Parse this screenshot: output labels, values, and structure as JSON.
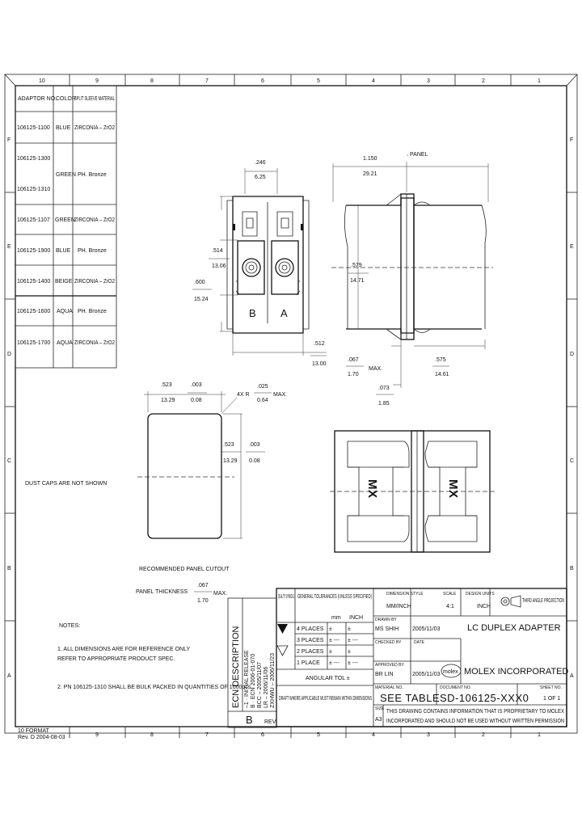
{
  "border": {
    "zones_top": [
      "10",
      "9",
      "8",
      "7",
      "6",
      "5",
      "4",
      "3",
      "2",
      "1"
    ],
    "zones_bottom": [
      "9",
      "8",
      "7",
      "6",
      "5",
      "4",
      "3",
      "2",
      "1"
    ],
    "zones_side": [
      "F",
      "E",
      "D",
      "C",
      "B",
      "A"
    ],
    "footer_left_1": "10 FORMAT",
    "footer_left_2": "Rev. D 2004-08-03"
  },
  "part_table": {
    "headers": [
      "ADAPTOR NO.",
      "COLOR",
      "SPLIT SLEEVE MATERIAL"
    ],
    "rows": [
      {
        "part": "106125-1100",
        "color": "BLUE",
        "material": "ZIRCONIA – ZrO2"
      },
      {
        "part": "106125-1300",
        "color": "GREEN",
        "material": "PH. Bronze"
      },
      {
        "part": "106125-1310",
        "color": "",
        "material": ""
      },
      {
        "part": "106125-1107",
        "color": "GREEN",
        "material": "ZIRCONIA – ZrO2"
      },
      {
        "part": "106125-1900",
        "color": "BLUE",
        "material": "PH. Bronze"
      },
      {
        "part": "106125-1400",
        "color": "BEIGE",
        "material": "ZIRCONIA – ZrO2"
      },
      {
        "part": "106125-1600",
        "color": "AQUA",
        "material": "PH. Bronze"
      },
      {
        "part": "106125-1700",
        "color": "AQUA",
        "material": "ZIRCONIA – ZrO2"
      }
    ]
  },
  "front_view": {
    "dim_top_in": ".246",
    "dim_top_mm": "6.25",
    "dim_left1_in": ".514",
    "dim_left1_mm": "13.06",
    "dim_left2_in": ".600",
    "dim_left2_mm": "15.24",
    "dim_bottom_in": ".512",
    "dim_bottom_mm": "13.00",
    "port_b": "B",
    "port_a": "A"
  },
  "side_view": {
    "panel_label": "PANEL",
    "dim_top_in": "1.150",
    "dim_top_mm": "29.21",
    "dim_mid_in": ".579",
    "dim_mid_mm": "14.71",
    "dim_b1_in": ".067",
    "dim_b1_mm": "1.70",
    "dim_max": "MAX.",
    "dim_b2_in": ".575",
    "dim_b2_mm": "14.61",
    "dim_b3_in": ".073",
    "dim_b3_mm": "1.85"
  },
  "cutout": {
    "dim_w_in": ".523",
    "dim_w_mm": "13.29",
    "tol_w_in": ".003",
    "tol_w_mm": "0.08",
    "dim_r_label": "4X R",
    "dim_r_in": ".025",
    "dim_r_mm": "0.64",
    "dim_r_max": "MAX.",
    "dim_h_in": ".523",
    "dim_h_mm": "13.29",
    "tol_h_in": ".003",
    "tol_h_mm": "0.08",
    "dust_caps_note": "DUST CAPS ARE NOT SHOWN",
    "recommend": "RECOMMENDED PANEL CUTOUT",
    "thickness_label": "PANEL THICKNESS",
    "thickness_in": ".067",
    "thickness_mm": "1.70",
    "thickness_max": "MAX."
  },
  "bottom_view": {
    "label_left": "MX",
    "label_right": "MX"
  },
  "revision": {
    "title": "ECN DESCRIPTION",
    "lines": [
      "–1 · INITIAL RELEASE",
      "B · ECN 2006-01-070",
      "BCC – 2005/11/07",
      "LR – 2006/11/06",
      "ZXHWU – 2006/11/23"
    ],
    "rev_label": "REV",
    "rev_value": "B"
  },
  "notes": {
    "title": "NOTES:",
    "items": [
      "1. ALL DIMENSIONS ARE FOR REFERENCE ONLY",
      "   REFER TO APPROPRIATE PRODUCT SPEC.",
      "2. PN 106125-1310 SHALL BE BULK PACKED IN QUANTITIES OF 1000pcs."
    ]
  },
  "title_block": {
    "quality": "QUALITY SYMBOLS",
    "tol_head": "GENERAL TOLERANCES (UNLESS SPECIFIED)",
    "tol_mm": "mm",
    "tol_inch": "INCH",
    "tol_rows": [
      {
        "label": "4 PLACES",
        "mm": "±",
        "inch": "±"
      },
      {
        "label": "3 PLACES",
        "mm": "± ---",
        "inch": "± ---"
      },
      {
        "label": "2 PLACES",
        "mm": "±",
        "inch": "±"
      },
      {
        "label": "1 PLACE",
        "mm": "± ---",
        "inch": "± ---"
      }
    ],
    "angular": "ANGULAR TOL ±",
    "draft_note": "DRAFT WHERE APPLICABLE MUST REMAIN WITHIN DIMENSIONS",
    "dim_style_label": "DIMENSION STYLE",
    "dim_style": "MM/INCH",
    "scale_label": "SCALE",
    "scale": "4:1",
    "design_units_label": "DESIGN UNITS",
    "design_units": "INCH",
    "projection": "THIRD ANGLE PROJECTION",
    "drawn_label": "DRAWN BY",
    "drawn_by": "MS SHIH",
    "drawn_date": "2005/11/03",
    "checked_label": "CHECKED BY",
    "checked_date_label": "DATE",
    "approved_label": "APPROVED BY",
    "approved_by": "BR LIN",
    "approved_date": "2005/11/03",
    "title": "LC DUPLEX ADAPTER",
    "company": "MOLEX INCORPORATED",
    "logo": "molex",
    "material_no_label": "MATERIAL NO.",
    "material_no": "SEE TABLE",
    "doc_no_label": "DOCUMENT NO.",
    "doc_no": "SD-106125-XXX0",
    "sheet_label": "SHEET NO.",
    "sheet": "1 OF 1",
    "size_label": "SIZE",
    "size": "A3",
    "proprietary_1": "THIS DRAWING CONTAINS INFORMATION THAT IS PROPRIETARY TO MOLEX",
    "proprietary_2": "INCORPORATED AND SHOULD NOT BE USED WITHOUT WRITTEN PERMISSION"
  }
}
